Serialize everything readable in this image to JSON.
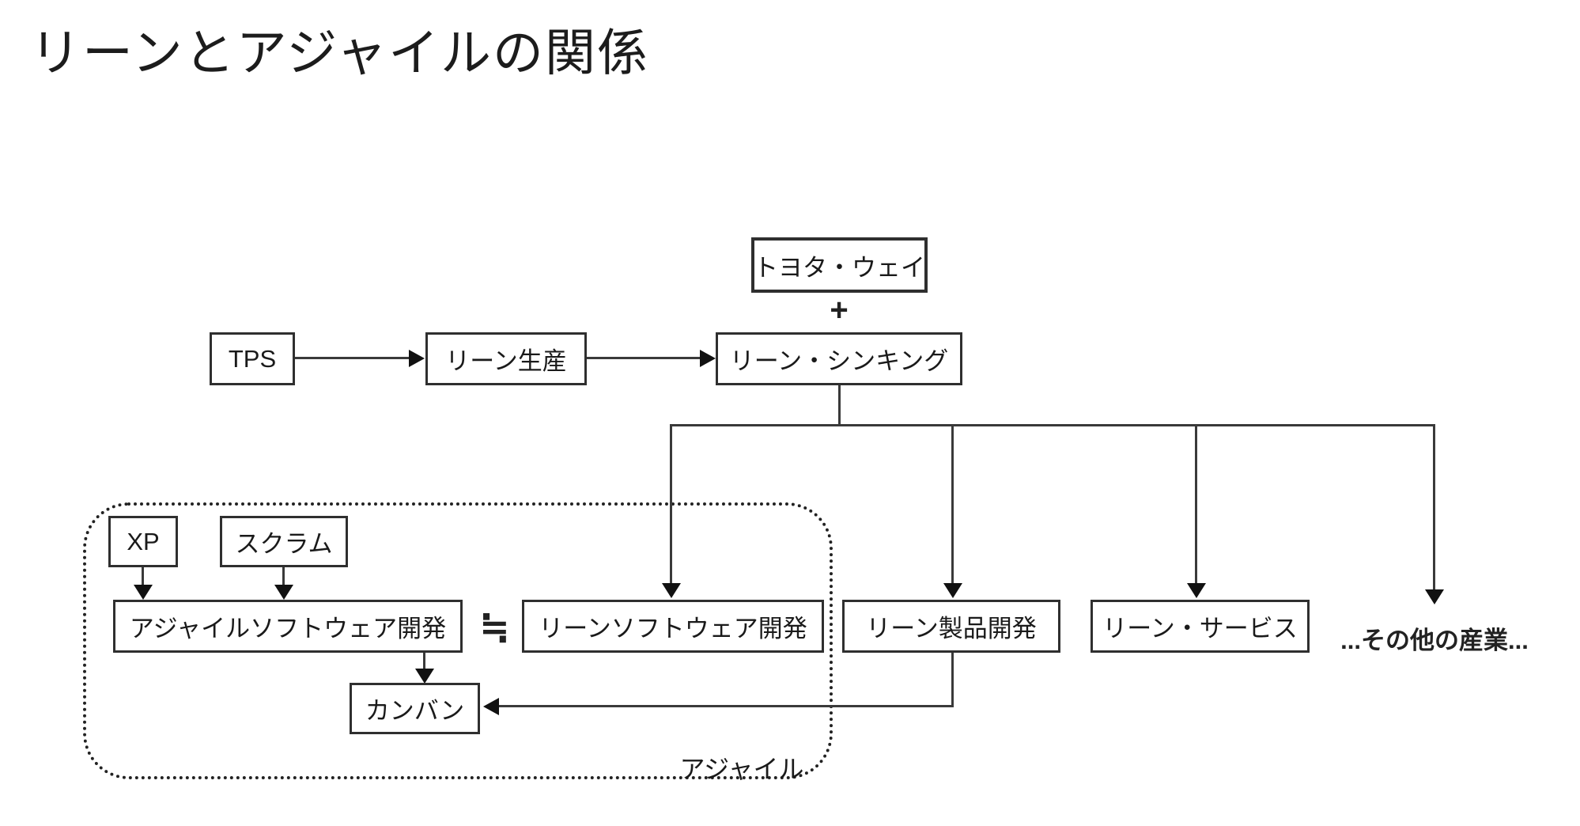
{
  "title": "リーンとアジャイルの関係",
  "diagram": {
    "nodes": {
      "toyota_way": "トヨタ・ウェイ",
      "plus": "+",
      "tps": "TPS",
      "lean_production": "リーン生産",
      "lean_thinking": "リーン・シンキング",
      "xp": "XP",
      "scrum": "スクラム",
      "agile_software_dev": "アジャイルソフトウェア開発",
      "approx_equal": "≒",
      "lean_software_dev": "リーンソフトウェア開発",
      "lean_product_dev": "リーン製品開発",
      "lean_service": "リーン・サービス",
      "other_industries": "...その他の産業...",
      "kanban": "カンバン",
      "agile_group_label": "アジャイル"
    },
    "colors": {
      "line": "#3a3a3a",
      "border": "#2f2f2f",
      "text": "#1a1a1a",
      "background": "#ffffff"
    }
  }
}
